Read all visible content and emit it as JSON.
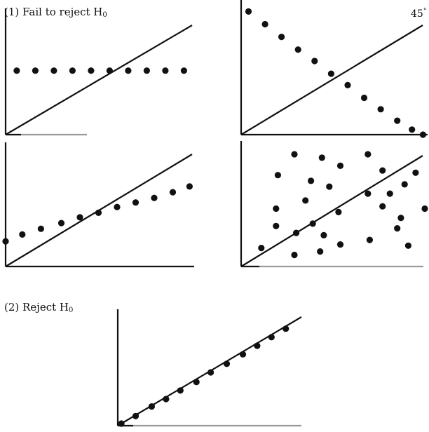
{
  "labels": {
    "fail_prefix": "(1) Fail to reject H",
    "reject_prefix": "(2) Reject H",
    "subscript": "0",
    "angle": "45",
    "degree": "°"
  },
  "line_color": "#111111",
  "dot_color": "#111111",
  "panels": [
    {
      "name": "panel-flat",
      "dots": [
        [
          0.06,
          0.55
        ],
        [
          0.16,
          0.55
        ],
        [
          0.26,
          0.55
        ],
        [
          0.36,
          0.55
        ],
        [
          0.46,
          0.55
        ],
        [
          0.56,
          0.55
        ],
        [
          0.66,
          0.55
        ],
        [
          0.76,
          0.55
        ],
        [
          0.86,
          0.55
        ],
        [
          0.96,
          0.55
        ]
      ]
    },
    {
      "name": "panel-decreasing",
      "dots": [
        [
          0.04,
          0.97
        ],
        [
          0.13,
          0.87
        ],
        [
          0.22,
          0.77
        ],
        [
          0.31,
          0.67
        ],
        [
          0.4,
          0.58
        ],
        [
          0.49,
          0.48
        ],
        [
          0.58,
          0.39
        ],
        [
          0.67,
          0.29
        ],
        [
          0.76,
          0.2
        ],
        [
          0.85,
          0.11
        ],
        [
          0.93,
          0.04
        ],
        [
          0.99,
          0.0
        ]
      ]
    },
    {
      "name": "panel-shallow",
      "dots": [
        [
          0.0,
          0.22
        ],
        [
          0.09,
          0.28
        ],
        [
          0.19,
          0.33
        ],
        [
          0.3,
          0.38
        ],
        [
          0.4,
          0.43
        ],
        [
          0.5,
          0.47
        ],
        [
          0.6,
          0.52
        ],
        [
          0.7,
          0.56
        ],
        [
          0.8,
          0.6
        ],
        [
          0.9,
          0.65
        ],
        [
          0.99,
          0.7
        ]
      ]
    },
    {
      "name": "panel-scatter",
      "dots": [
        [
          0.11,
          0.16
        ],
        [
          0.19,
          0.5
        ],
        [
          0.19,
          0.35
        ],
        [
          0.2,
          0.79
        ],
        [
          0.29,
          0.97
        ],
        [
          0.29,
          0.1
        ],
        [
          0.3,
          0.29
        ],
        [
          0.35,
          0.57
        ],
        [
          0.38,
          0.74
        ],
        [
          0.39,
          0.37
        ],
        [
          0.43,
          0.13
        ],
        [
          0.45,
          0.27
        ],
        [
          0.44,
          0.94
        ],
        [
          0.48,
          0.69
        ],
        [
          0.53,
          0.47
        ],
        [
          0.54,
          0.19
        ],
        [
          0.54,
          0.87
        ],
        [
          0.69,
          0.97
        ],
        [
          0.69,
          0.63
        ],
        [
          0.7,
          0.23
        ],
        [
          0.77,
          0.52
        ],
        [
          0.77,
          0.83
        ],
        [
          0.81,
          0.63
        ],
        [
          0.85,
          0.33
        ],
        [
          0.87,
          0.42
        ],
        [
          0.89,
          0.71
        ],
        [
          0.91,
          0.18
        ],
        [
          0.95,
          0.81
        ],
        [
          1.0,
          0.5
        ]
      ]
    },
    {
      "name": "panel-reject",
      "dots": [
        [
          0.02,
          0.02
        ],
        [
          0.1,
          0.09
        ],
        [
          0.19,
          0.18
        ],
        [
          0.27,
          0.25
        ],
        [
          0.35,
          0.33
        ],
        [
          0.44,
          0.41
        ],
        [
          0.52,
          0.5
        ],
        [
          0.61,
          0.58
        ],
        [
          0.7,
          0.67
        ],
        [
          0.78,
          0.75
        ],
        [
          0.86,
          0.83
        ],
        [
          0.94,
          0.91
        ]
      ]
    }
  ]
}
